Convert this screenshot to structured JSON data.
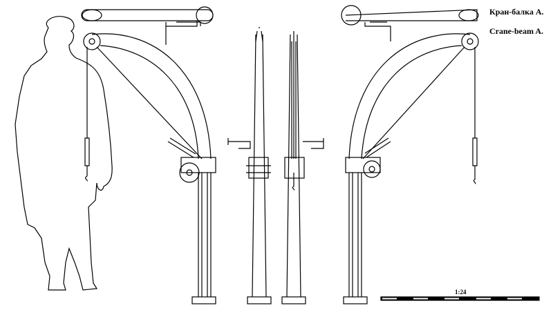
{
  "drawing": {
    "title_ru": "Кран-балка А.",
    "title_en": "Crane-beam A.",
    "scale": "1:24",
    "colors": {
      "line": "#000000",
      "background": "#ffffff"
    }
  }
}
